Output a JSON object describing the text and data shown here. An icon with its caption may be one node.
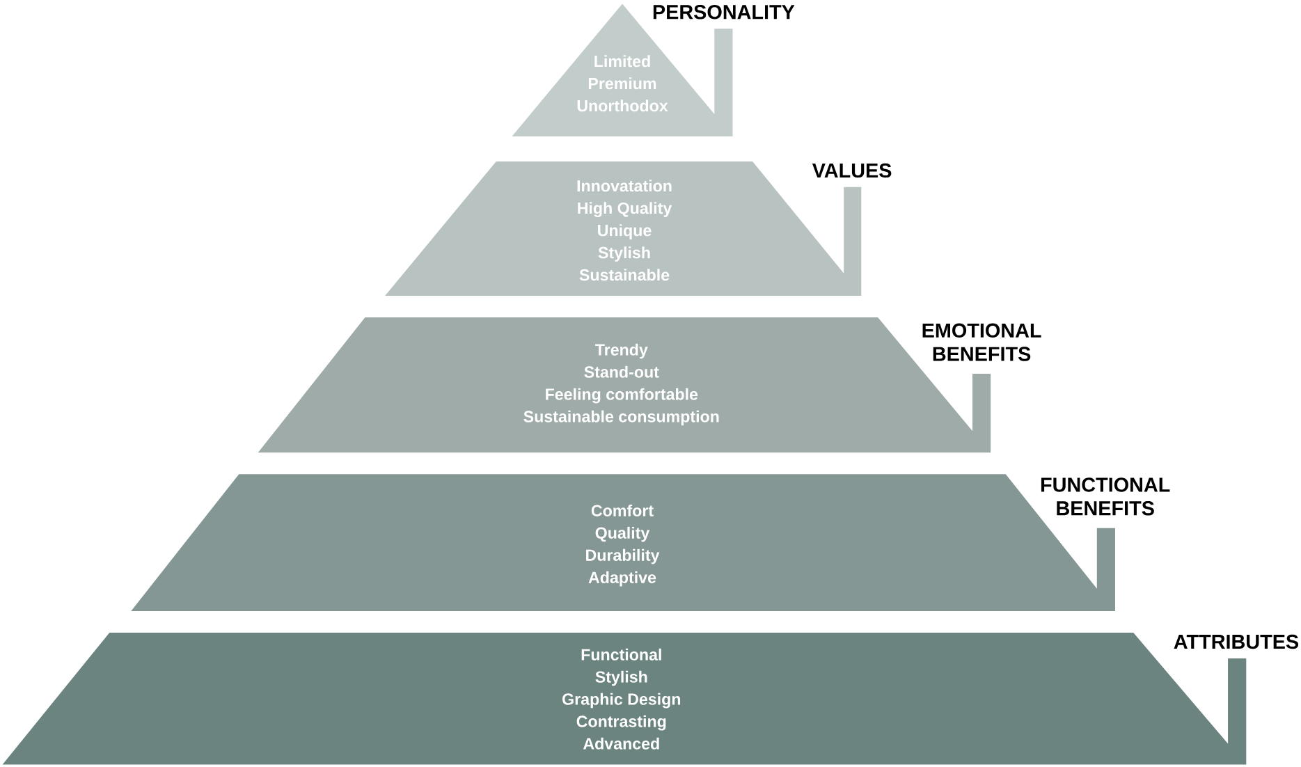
{
  "diagram": {
    "nodes": [
      {
        "text": [
          "PERSONALITY",
          "Limited",
          "Premium",
          "Unorthodox"
        ]
      },
      {
        "text": [
          "VALUES",
          "Innovatation",
          "High Quality",
          "Unique",
          "Stylish",
          "Sustainable"
        ]
      },
      {
        "text": [
          "EMOTIONAL BENEFITS",
          "Trendy",
          "Stand-out",
          "Feeling comfortable",
          "Sustainable consumption"
        ]
      },
      {
        "text": [
          "FUNCTIONAL BENEFITS",
          "Comfort",
          "Quality",
          "Durability",
          "Adaptive"
        ]
      },
      {
        "text": [
          "ATTRIBUTES",
          "Functional",
          "Stylish",
          "Graphic Design",
          "Contrasting",
          "Advanced"
        ]
      }
    ]
  }
}
